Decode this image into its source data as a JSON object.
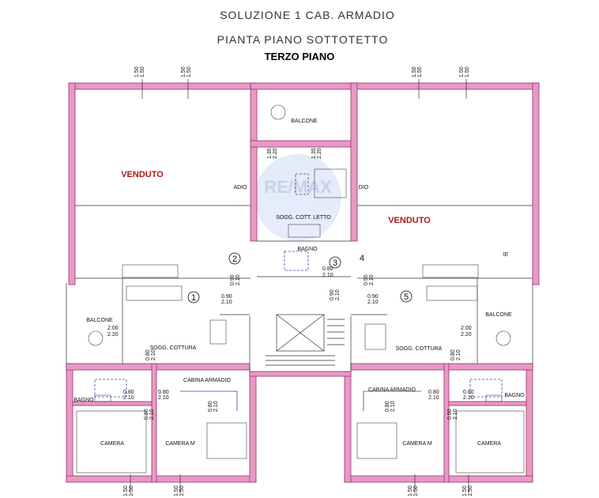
{
  "header": {
    "title": "SOLUZIONE 1 CAB. ARMADIO",
    "subtitle": "PIANTA PIANO SOTTOTETTO",
    "floor": "TERZO PIANO"
  },
  "rooms": {
    "sold_left": "VENDUTO",
    "sold_right": "VENDUTO",
    "balcone_top": "BALCONE",
    "sogg_letto": "SOGG. COTT. LETTO",
    "bagno_center": "BAGNO",
    "balcone_left": "BALCONE",
    "balcone_right": "BALCONE",
    "sogg_left": "SOGG. COTTURA",
    "sogg_right": "SOGG. COTTURA",
    "bagno_left": "BAGNO",
    "bagno_right": "BAGNO",
    "cabina_left": "CABINA ARMADIO",
    "cabina_right": "CABINA ARMADIO",
    "camera_left": "CAMERA",
    "camera_m_left": "CAMERA M",
    "camera_m_right": "CAMERA M",
    "camera_right": "CAMERA",
    "armadio_left": "ADIO",
    "armadio_right": "DIO",
    "ie_right": "IE"
  },
  "units": {
    "u1": "1",
    "u2": "2",
    "u3": "3",
    "u4": "4",
    "u5": "5"
  },
  "dims": {
    "w150": "1.50",
    "d090": "0.90",
    "d210": "2.10",
    "d080": "0.80",
    "d135": "1.35",
    "d220": "2.20",
    "d200": "2.00"
  },
  "watermark": "RE/MAX",
  "colors": {
    "wall_fill": "#e69ac6",
    "wall_stroke": "#9b2f6b",
    "sold_text": "#b01818",
    "dashed_blue": "#2a4bb0"
  }
}
